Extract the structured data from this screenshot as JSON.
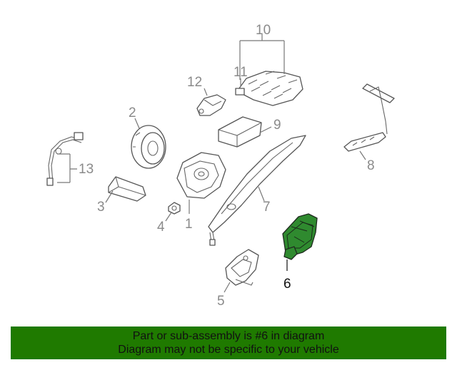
{
  "callouts": {
    "c1": "1",
    "c2": "2",
    "c3": "3",
    "c4": "4",
    "c5": "5",
    "c6": "6",
    "c7": "7",
    "c8": "8",
    "c9": "9",
    "c10": "10",
    "c11": "11",
    "c12": "12",
    "c13": "13"
  },
  "highlight": {
    "part_number": "6",
    "color": "#2f8a2f"
  },
  "banner": {
    "line1": "Part or sub-assembly is #6 in diagram",
    "line2": "Diagram may not be specific to your vehicle",
    "background": "#1f7a00"
  }
}
